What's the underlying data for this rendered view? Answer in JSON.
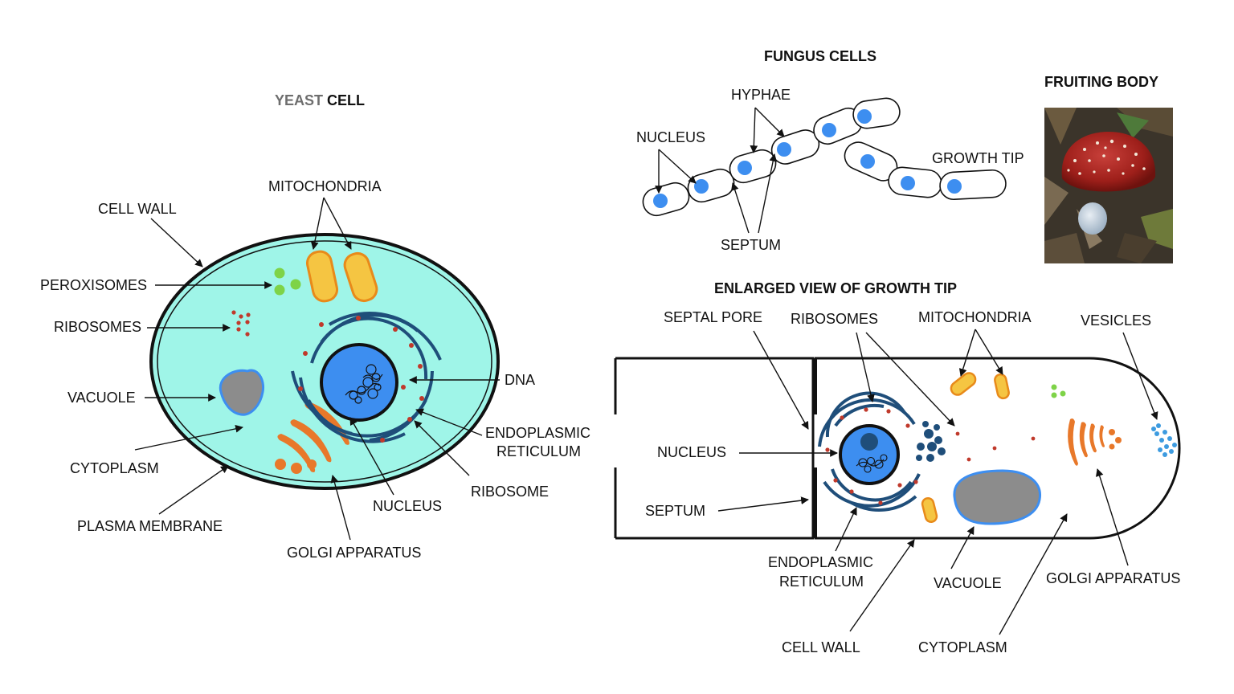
{
  "yeast": {
    "title_part1": "YEAST",
    "title_part2": "CELL",
    "labels": {
      "cell_wall": "CELL WALL",
      "mitochondria": "MITOCHONDRIA",
      "peroxisomes": "PEROXISOMES",
      "ribosomes": "RIBOSOMES",
      "vacuole": "VACUOLE",
      "cytoplasm": "CYTOPLASM",
      "plasma_membrane": "PLASMA MEMBRANE",
      "golgi": "GOLGI APPARATUS",
      "nucleus": "NUCLEUS",
      "ribosome": "RIBOSOME",
      "er_line1": "ENDOPLASMIC",
      "er_line2": "RETICULUM",
      "dna": "DNA"
    }
  },
  "fungus": {
    "title": "FUNGUS CELLS",
    "labels": {
      "hyphae": "HYPHAE",
      "nucleus": "NUCLEUS",
      "growth_tip": "GROWTH TIP",
      "septum": "SEPTUM"
    }
  },
  "fruiting": {
    "title": "FRUITING BODY"
  },
  "tip": {
    "title": "ENLARGED VIEW OF GROWTH TIP",
    "labels": {
      "septal_pore": "SEPTAL PORE",
      "ribosomes": "RIBOSOMES",
      "mitochondria": "MITOCHONDRIA",
      "vesicles": "VESICLES",
      "nucleus": "NUCLEUS",
      "septum": "SEPTUM",
      "er_line1": "ENDOPLASMIC",
      "er_line2": "RETICULUM",
      "vacuole": "VACUOLE",
      "golgi": "GOLGI APPARATUS",
      "cell_wall": "CELL WALL",
      "cytoplasm": "CYTOPLASM"
    }
  },
  "colors": {
    "cytoplasm": "#9ff5e8",
    "nucleus": "#3d8ef0",
    "nucleus_dark": "#1f4e7a",
    "er": "#1f4e7a",
    "ribosome": "#c0392b",
    "mitochondria_fill": "#f5c542",
    "mitochondria_stroke": "#e88a1a",
    "golgi": "#e8782a",
    "peroxisome": "#7ed348",
    "vacuole_fill": "#8c8c8c",
    "vacuole_stroke": "#3d8ef0",
    "vesicle": "#3d9be0"
  },
  "icons": [
    "mushroom-photo-illustration"
  ]
}
